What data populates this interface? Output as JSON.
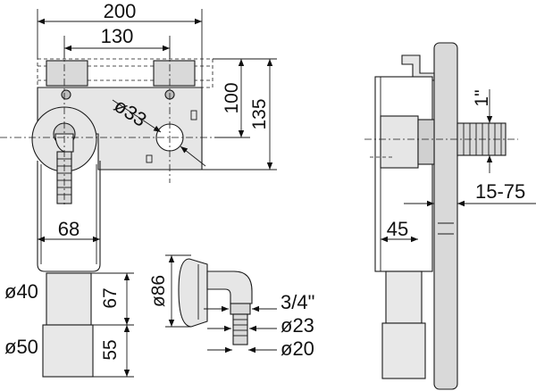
{
  "drawing": {
    "dimensions": {
      "width_total": "200",
      "width_inner": "130",
      "height_inner": "100",
      "height_total": "135",
      "hole_diameter": "ø33",
      "body_width": "68",
      "pipe_upper_diameter": "ø40",
      "pipe_lower_diameter": "ø50",
      "pipe_upper_length": "67",
      "pipe_lower_length": "55",
      "flange_diameter": "ø86",
      "thread_size": "3/4\"",
      "nozzle_diameter_1": "ø23",
      "nozzle_diameter_2": "ø20",
      "side_thread": "1\"",
      "wall_range": "15-75",
      "side_depth": "45"
    },
    "colors": {
      "line": "#1a1a1a",
      "fill_light": "#e6e6e6",
      "fill_mid": "#cfcfcf",
      "background": "#ffffff"
    }
  }
}
